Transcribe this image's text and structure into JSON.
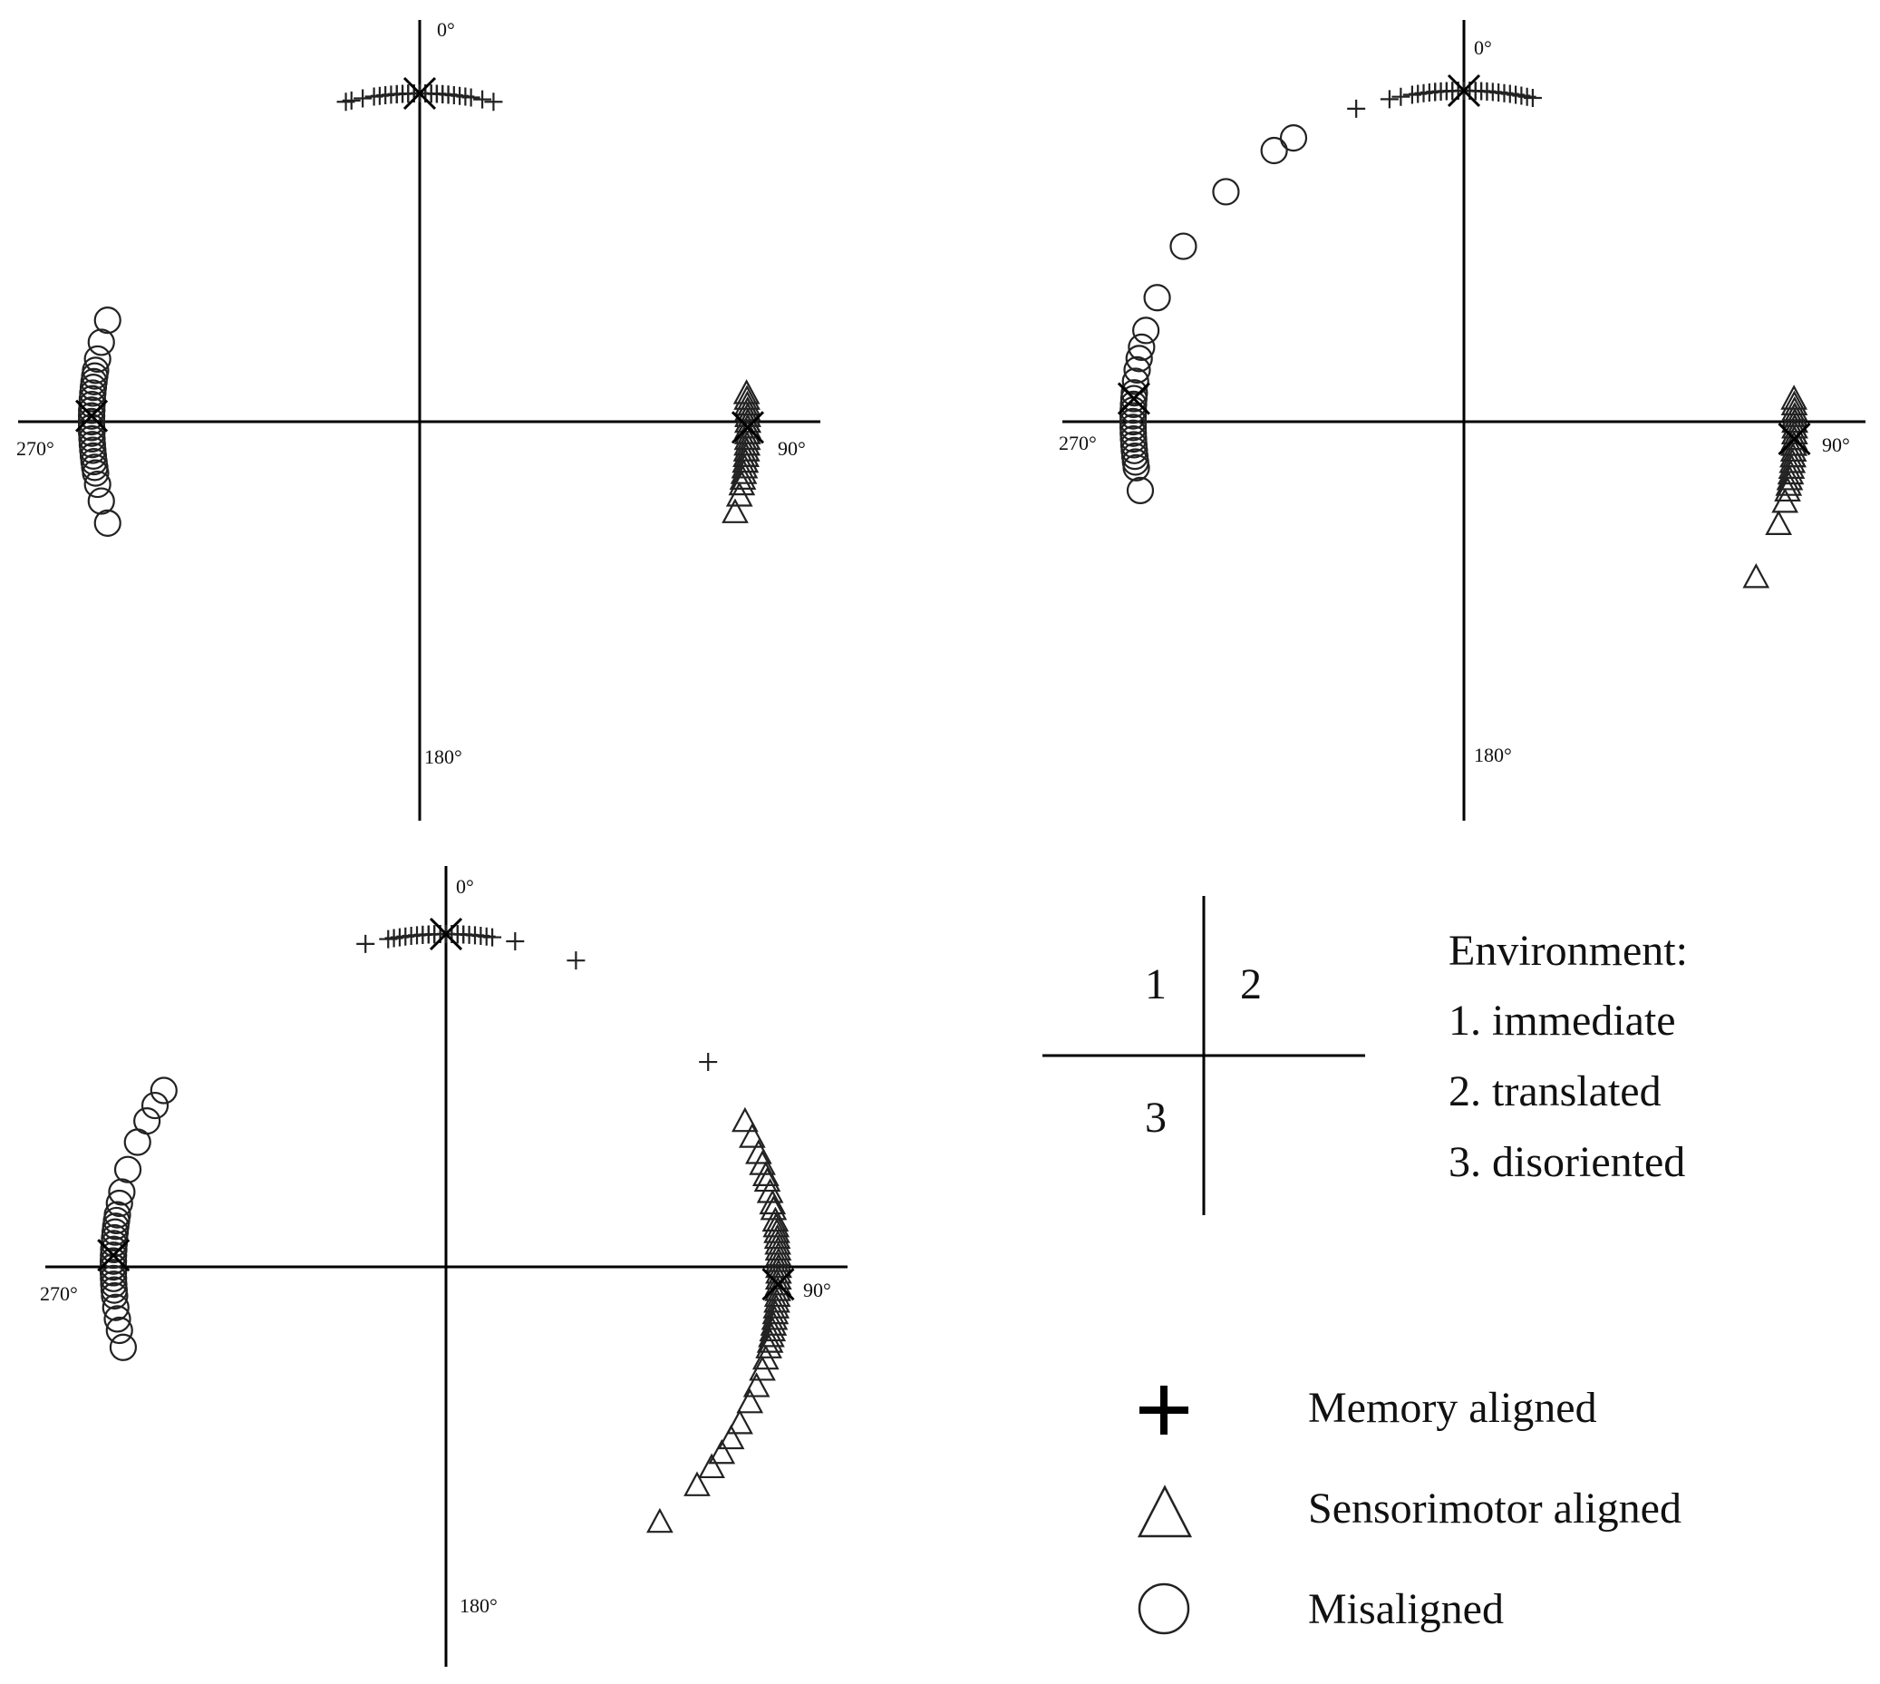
{
  "chart_data": [
    {
      "panel": "1",
      "type": "scatter",
      "tick_labels": {
        "top": "0°",
        "right": "90°",
        "bottom": "180°",
        "left": "270°"
      },
      "series": [
        {
          "marker": "plus",
          "angles": [
            -13,
            -12,
            -10,
            -8,
            -7,
            -6,
            -5,
            -4,
            -4,
            -3,
            -3,
            -2,
            -2,
            -2,
            -1,
            -1,
            -1,
            0,
            0,
            0,
            0,
            1,
            1,
            1,
            2,
            2,
            2,
            3,
            3,
            3,
            4,
            4,
            5,
            5,
            6,
            7,
            8,
            9,
            11,
            13
          ]
        },
        {
          "marker": "triangle",
          "angles": [
            85,
            86,
            87,
            88,
            88,
            89,
            89,
            90,
            90,
            90,
            91,
            91,
            92,
            92,
            93,
            93,
            94,
            94,
            95,
            95,
            96,
            96,
            97,
            97,
            98,
            99,
            100,
            101,
            103,
            106
          ]
        },
        {
          "marker": "circle",
          "angles": [
            252,
            256,
            259,
            261,
            262,
            263,
            264,
            265,
            266,
            267,
            268,
            268,
            269,
            269,
            270,
            270,
            271,
            271,
            272,
            272,
            273,
            274,
            275,
            276,
            277,
            278,
            279,
            281,
            284,
            288
          ]
        }
      ],
      "means": [
        0,
        91,
        271
      ]
    },
    {
      "panel": "2",
      "type": "scatter",
      "tick_labels": {
        "top": "0°",
        "right": "90°",
        "bottom": "180°",
        "left": "270°"
      },
      "series": [
        {
          "marker": "plus",
          "angles": [
            -19,
            -13,
            -11,
            -9,
            -8,
            -7,
            -6,
            -5,
            -5,
            -4,
            -4,
            -3,
            -3,
            -2,
            -2,
            -1,
            -1,
            0,
            0,
            0,
            1,
            1,
            2,
            2,
            3,
            3,
            4,
            4,
            5,
            6,
            7,
            8,
            9,
            10,
            11,
            12
          ]
        },
        {
          "marker": "triangle",
          "angles": [
            86,
            87,
            88,
            89,
            89,
            90,
            90,
            91,
            91,
            92,
            92,
            93,
            93,
            94,
            94,
            95,
            96,
            96,
            97,
            98,
            99,
            100,
            101,
            102,
            104,
            108,
            118
          ]
        },
        {
          "marker": "circle",
          "angles": [
            258,
            262,
            263,
            264,
            265,
            266,
            267,
            268,
            269,
            270,
            270,
            271,
            272,
            273,
            274,
            275,
            277,
            279,
            281,
            283,
            286,
            292,
            302,
            314,
            325,
            329
          ]
        }
      ],
      "means": [
        0,
        93,
        274
      ]
    },
    {
      "panel": "3",
      "type": "scatter",
      "tick_labels": {
        "top": "0°",
        "right": "90°",
        "bottom": "180°",
        "left": "270°"
      },
      "series": [
        {
          "marker": "plus",
          "angles": [
            -14,
            -10,
            -9,
            -8,
            -7,
            -6,
            -5,
            -4,
            -4,
            -3,
            -3,
            -2,
            -2,
            -1,
            -1,
            0,
            0,
            0,
            1,
            1,
            2,
            2,
            3,
            3,
            4,
            5,
            6,
            7,
            8,
            12,
            23,
            52
          ]
        },
        {
          "marker": "triangle",
          "angles": [
            64,
            67,
            70,
            72,
            74,
            75,
            77,
            79,
            80,
            82,
            83,
            84,
            85,
            86,
            87,
            88,
            89,
            90,
            90,
            91,
            92,
            92,
            93,
            94,
            95,
            96,
            97,
            98,
            99,
            100,
            101,
            102,
            103,
            104,
            106,
            108,
            111,
            114,
            118,
            121,
            124,
            127,
            131,
            140
          ]
        },
        {
          "marker": "circle",
          "angles": [
            256,
            259,
            261,
            263,
            265,
            266,
            267,
            268,
            269,
            269,
            270,
            270,
            271,
            271,
            272,
            273,
            273,
            274,
            275,
            276,
            277,
            278,
            279,
            281,
            283,
            287,
            292,
            296,
            299,
            302
          ]
        }
      ],
      "means": [
        0,
        93,
        272
      ]
    }
  ],
  "key": {
    "quadrant_labels": [
      "1",
      "2",
      "3"
    ],
    "environment_heading": "Environment:",
    "environment_items": [
      "1. immediate",
      "2. translated",
      "3. disoriented"
    ]
  },
  "legend": [
    {
      "marker": "plus",
      "label": "Memory aligned"
    },
    {
      "marker": "triangle",
      "label": "Sensorimotor aligned"
    },
    {
      "marker": "circle",
      "label": "Misaligned"
    }
  ],
  "colors": {
    "ink": "#000000",
    "mark": "#222222",
    "background": "#ffffff"
  }
}
